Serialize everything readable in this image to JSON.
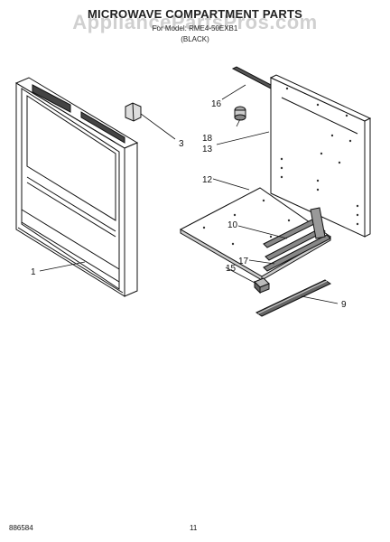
{
  "header": {
    "title": "MICROWAVE COMPARTMENT PARTS",
    "model_line": "For Model: RME4-50EXB1",
    "color_line": "(BLACK)",
    "watermark": "AppliancePartsPros.com"
  },
  "callouts": {
    "c1": "1",
    "c3": "3",
    "c9": "9",
    "c10": "10",
    "c12": "12",
    "c13": "13",
    "c15": "15",
    "c16": "16",
    "c17": "17",
    "c18": "18"
  },
  "footer": {
    "code": "886584",
    "page": "11"
  }
}
